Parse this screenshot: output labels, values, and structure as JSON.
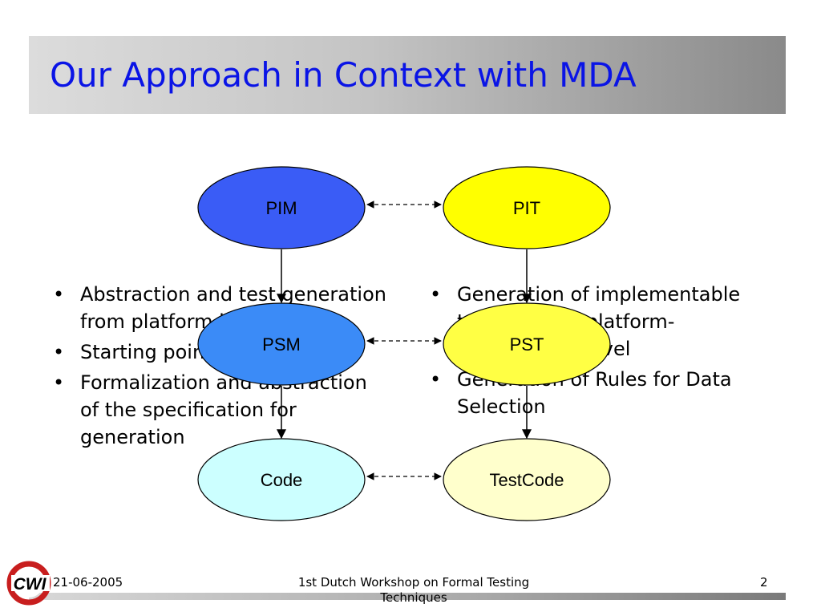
{
  "title": "Our Approach in Context with MDA",
  "left_bullets": [
    "Abstraction and test generation from platform independent",
    "Starting point: UML Model",
    "Formalization and abstraction of the specification for generation"
  ],
  "right_bullets": [
    "Generation of implementable test cases at platform-independent level",
    "Generation of Rules for Data Selection"
  ],
  "diagram": {
    "nodes": {
      "pim": {
        "label": "PIM",
        "fill": "#3a5cf6"
      },
      "pit": {
        "label": "PIT",
        "fill": "#ffff00"
      },
      "psm": {
        "label": "PSM",
        "fill": "#3b8bf7"
      },
      "pst": {
        "label": "PST",
        "fill": "#ffff44"
      },
      "code": {
        "label": "Code",
        "fill": "#ccffff"
      },
      "testcode": {
        "label": "TestCode",
        "fill": "#ffffcc"
      }
    }
  },
  "footer": {
    "logo_text": "CWI",
    "date": "21-06-2005",
    "event": "1st Dutch Workshop on Formal Testing Techniques",
    "page": "2"
  }
}
